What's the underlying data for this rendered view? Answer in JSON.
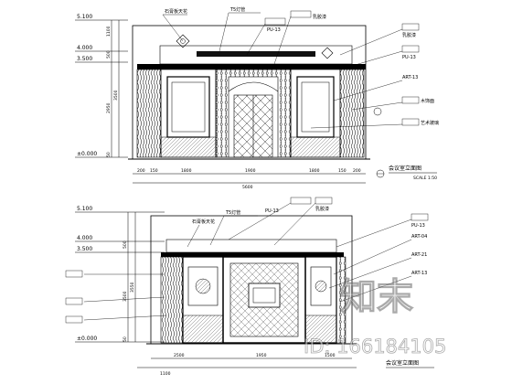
{
  "top_elevation": {
    "levels": [
      "5.100",
      "4.000",
      "3.500",
      "±0.000"
    ],
    "left_dims": [
      "1100",
      "500",
      "2950",
      "3500",
      "50"
    ],
    "bottom_dims": [
      "200",
      "150",
      "1800",
      "1900",
      "1800",
      "150",
      "200"
    ],
    "total_width": "5600",
    "title": "会议室立面图",
    "scale": "SCALE 1:50",
    "callouts_top": [
      "石膏板天花",
      "T5灯管",
      "PU-13",
      "乳胶漆"
    ],
    "callouts_right": [
      "乳胶漆",
      "PU-13",
      "ART-13",
      "木饰面",
      "艺术玻璃"
    ]
  },
  "bottom_elevation": {
    "levels": [
      "5.100",
      "4.000",
      "3.500",
      "±0.000"
    ],
    "left_dims": [
      "500",
      "3500",
      "3550",
      "50"
    ],
    "bottom_dims": [
      "2500",
      "1950",
      "1500",
      "1100"
    ],
    "title": "会议室立面图",
    "callouts_top": [
      "PU-13",
      "T5灯管",
      "石膏板天花",
      "乳胶漆"
    ],
    "callouts_right": [
      "PU-13",
      "ART-04",
      "ART-21",
      "ART-13"
    ]
  },
  "watermark": {
    "brand": "知末",
    "id_text": "ID: 166184105"
  }
}
